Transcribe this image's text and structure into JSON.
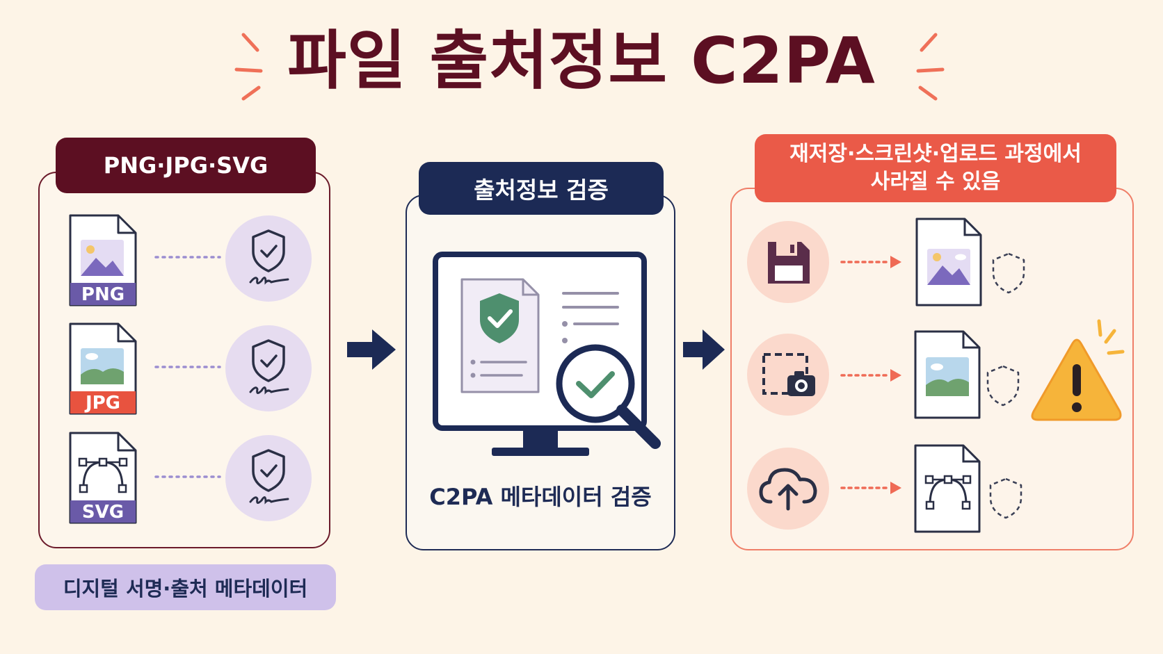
{
  "title": "파일 출처정보 C2PA",
  "left": {
    "header": "PNG·JPG·SVG",
    "files": [
      {
        "label": "PNG",
        "color": "#6a5aa8"
      },
      {
        "label": "JPG",
        "color": "#e8533f"
      },
      {
        "label": "SVG",
        "color": "#6a5aa8"
      }
    ],
    "footer": "디지털 서명·출처 메타데이터"
  },
  "middle": {
    "header": "출처정보 검증",
    "caption": "C2PA 메타데이터 검증"
  },
  "right": {
    "header_line1": "재저장·스크린샷·업로드 과정에서",
    "header_line2": "사라질 수 있음",
    "actions": [
      "floppy-disk-icon",
      "screenshot-camera-icon",
      "cloud-upload-icon"
    ]
  },
  "colors": {
    "maroon": "#5c0f22",
    "navy": "#1c2a55",
    "coral": "#ea5a48",
    "lavender": "#cfc1ea",
    "green": "#4e8f6e",
    "warning": "#f6b43a"
  }
}
